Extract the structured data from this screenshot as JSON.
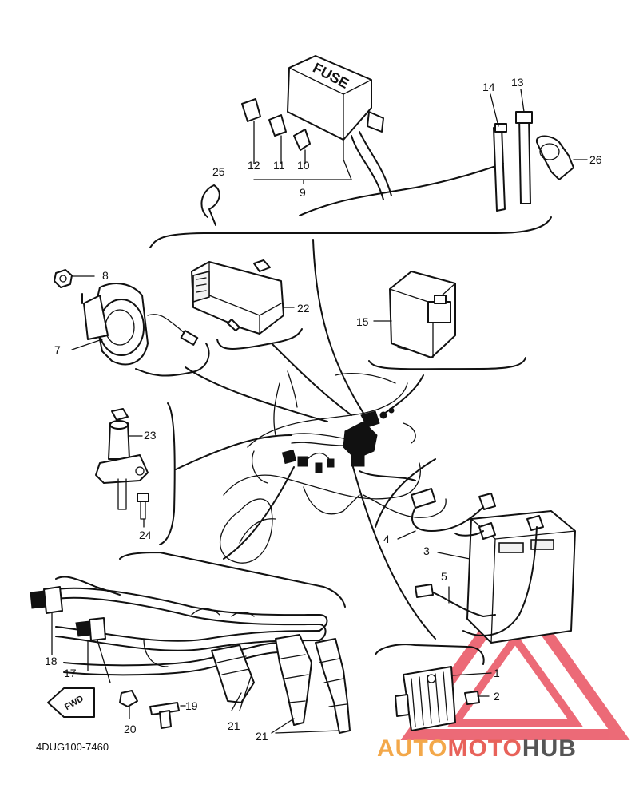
{
  "diagram": {
    "code": "4DUG100-7460",
    "fuse_label": "FUSE",
    "fwd_label": "FWD",
    "callouts": [
      "1",
      "2",
      "3",
      "4",
      "5",
      "7",
      "8",
      "9",
      "10",
      "11",
      "12",
      "13",
      "14",
      "15",
      "17",
      "18",
      "19",
      "20",
      "21",
      "21",
      "22",
      "23",
      "24",
      "25",
      "26"
    ]
  },
  "watermark": {
    "part1": "AUTO",
    "part2": "MOTO",
    "part3": "HUB",
    "colors": {
      "auto": "#f3a84a",
      "moto": "#e8625a",
      "hub": "#555555",
      "triangle": "#e6394a"
    }
  }
}
